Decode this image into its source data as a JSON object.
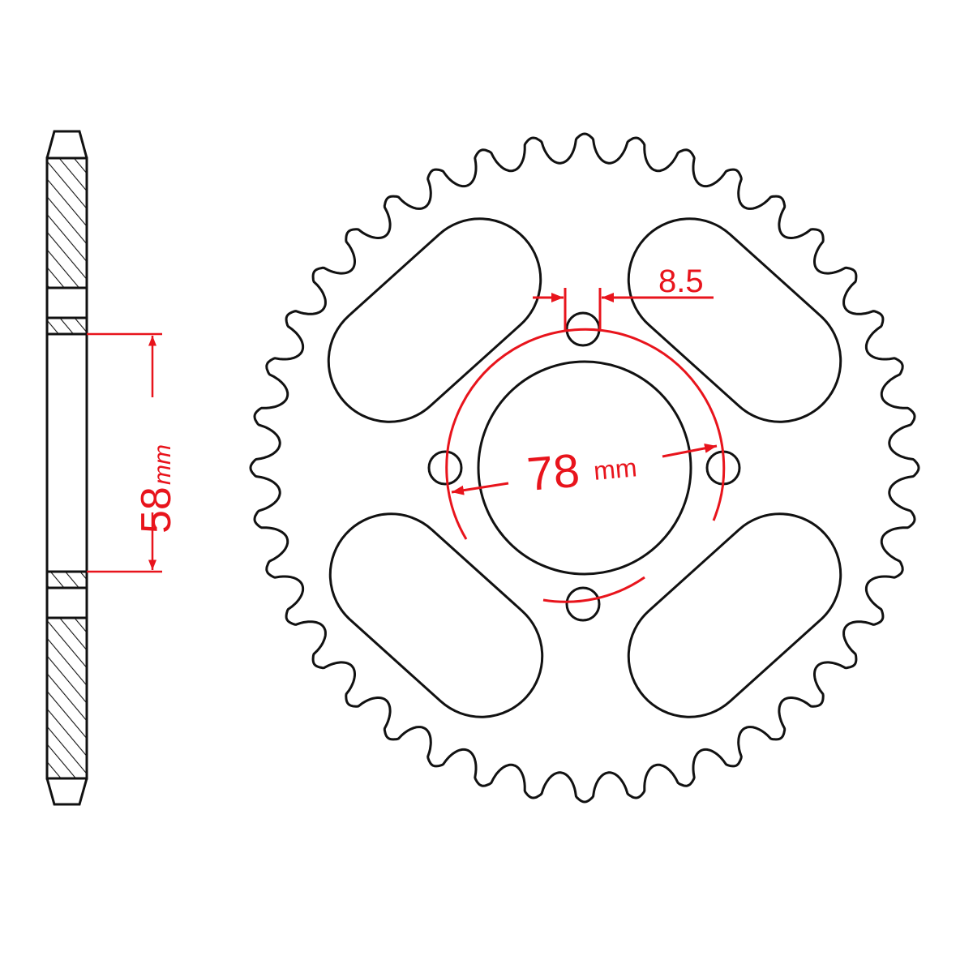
{
  "diagram": {
    "colors": {
      "outline": "#111111",
      "dimension": "#e8141c",
      "background": "#ffffff"
    },
    "side_view": {
      "bore_dimension": {
        "value": "58",
        "unit": "mm"
      }
    },
    "front_view": {
      "bolt_hole_dimension": {
        "value": "8.5"
      },
      "pitch_circle_dimension": {
        "value": "78",
        "unit": "mm"
      },
      "bolt_holes": 4,
      "lightening_holes": 4
    }
  }
}
